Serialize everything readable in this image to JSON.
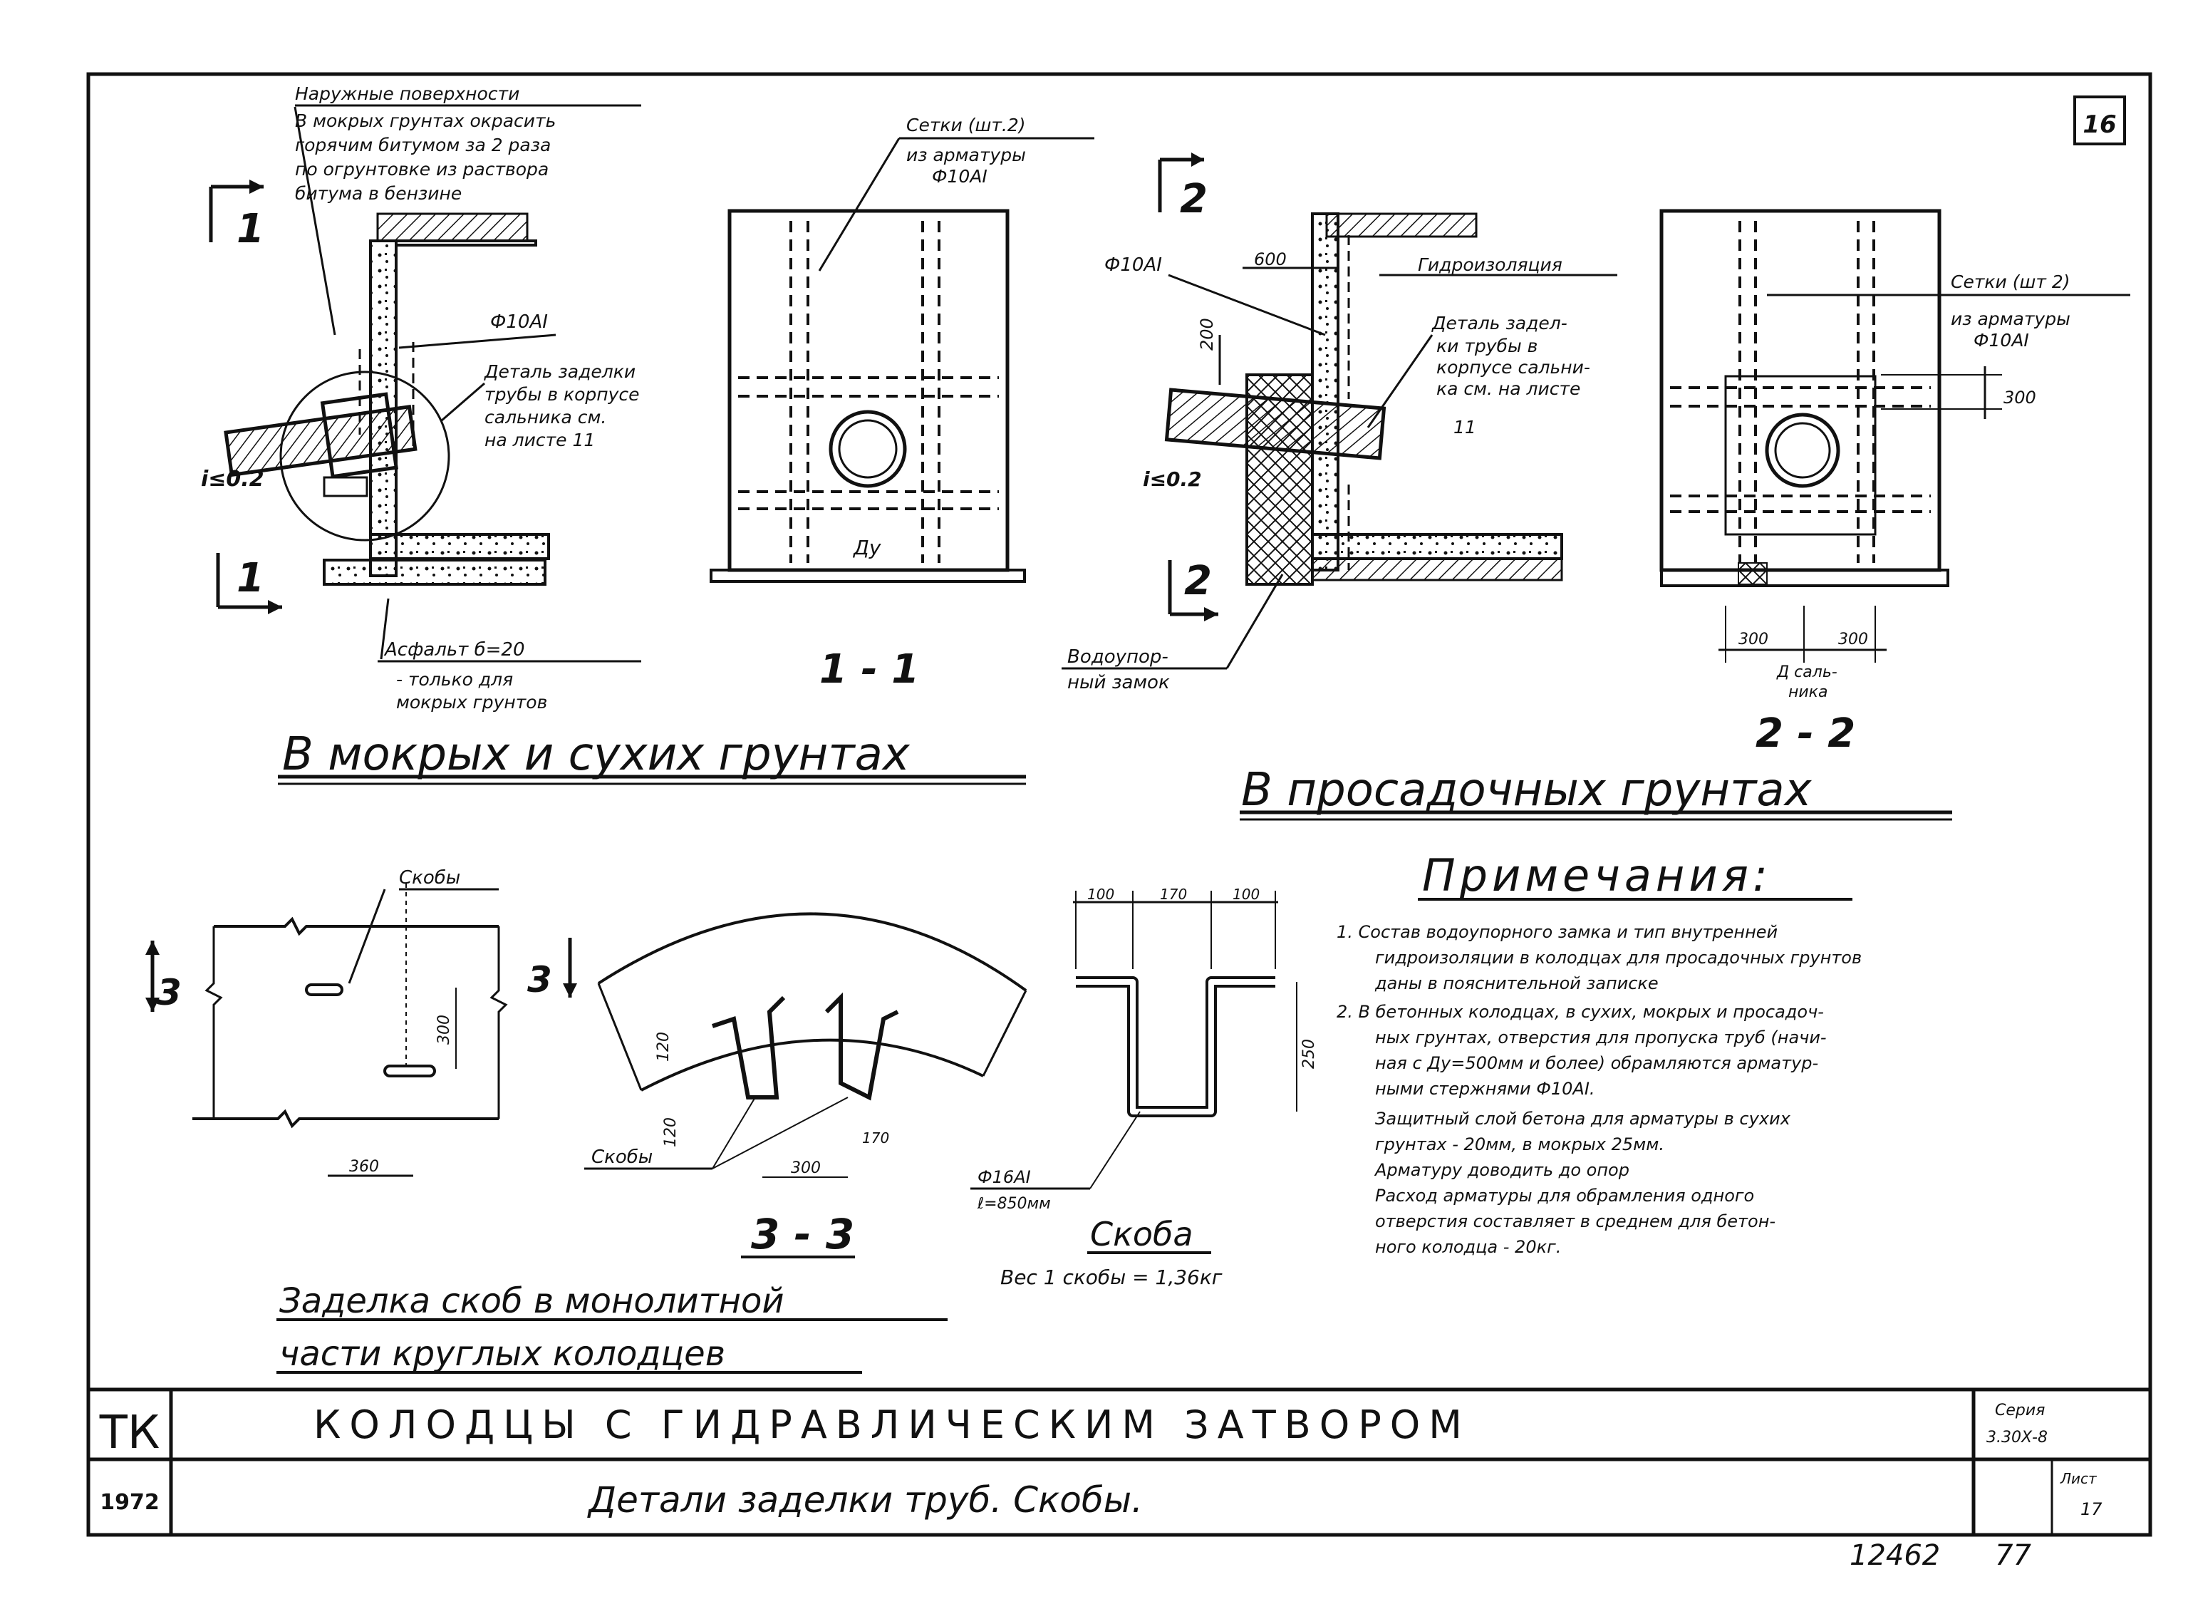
{
  "sheet": {
    "number": "16",
    "stamp_number": "12462",
    "stamp_tail": "77"
  },
  "labels": {
    "sec1_top": "1",
    "sec1_bottom": "1",
    "sec2_top": "2",
    "sec2_bottom": "2",
    "sec3": "3",
    "view_1_1": "1 - 1",
    "view_2_2": "2 - 2",
    "view_3_3": "3 - 3"
  },
  "left_notes": {
    "surface_lines": [
      "Наружные поверхности",
      "В мокрых грунтах окрасить",
      "горячим битумом за 2 раза",
      "по огрунтовке из раствора",
      "битума в бензине"
    ],
    "rebar": "Ф10АI",
    "detail_lines": [
      "Деталь заделки",
      "трубы в корпусе",
      "сальника см.",
      "на листе 11"
    ],
    "slope": "i≤0.2",
    "asphalt_lines": [
      "Асфальт б=20",
      "- только для",
      "мокрых грунтов"
    ],
    "grids_lines": [
      "Сетки (шт.2)",
      "из арматуры",
      "Ф10АI"
    ],
    "dy": "Ду"
  },
  "middle_notes": {
    "rebar": "Ф10АI",
    "dim_600": "600",
    "dim_200": "200",
    "hydro": "Гидроизоляция",
    "detail_lines": [
      "Деталь задел-",
      "ки трубы в",
      "корпусе сальни-",
      "ка см. на листе",
      "11"
    ],
    "slope": "i≤0.2",
    "lock_lines": [
      "Водоупор-",
      "ный замок"
    ]
  },
  "right_notes": {
    "grids_lines": [
      "Сетки (шт 2)",
      "из арматуры",
      "Ф10АI"
    ],
    "dim_300_v": "300",
    "dim_300_l": "300",
    "dim_300_r": "300",
    "seal_lines": [
      "Д саль-",
      "ника"
    ]
  },
  "headings": {
    "wet_dry": "В мокрых и сухих грунтах",
    "subsiding": "В просадочных грунтах",
    "notes_title": "Примечания:",
    "embed_line1": "Заделка скоб в монолитной",
    "embed_line2": "части круглых колодцев",
    "bracket": "Скоба",
    "bracket_weight": "Вес 1 скобы = 1,36кг"
  },
  "bottom_notes": {
    "brackets_label": "Скобы",
    "dim_300": "300",
    "dim_300b": "300",
    "dim_360": "360",
    "dim_120": "120",
    "dim_120b": "120",
    "dim_170": "170",
    "dims_top": [
      "100",
      "170",
      "100"
    ],
    "dim_250": "250",
    "rebar_lines": [
      "Ф16АI",
      "ℓ=850мм"
    ]
  },
  "notes": [
    "1. Состав водоупорного замка и тип внутренней",
    "гидроизоляции в колодцах для просадочных грунтов",
    "даны в пояснительной записке",
    "2. В бетонных колодцах, в сухих, мокрых и просадоч-",
    "ных грунтах, отверстия для пропуска труб (начи-",
    "ная с Ду=500мм и более) обрамляются арматур-",
    "ными стержнями Ф10АI.",
    "Защитный слой бетона для арматуры в сухих",
    "грунтах - 20мм, в мокрых 25мм.",
    "Арматуру доводить до опор",
    "Расход арматуры для обрамления одного",
    "отверстия составляет в среднем для бетон-",
    "ного колодца - 20кг."
  ],
  "title_block": {
    "code": "ТК",
    "year": "1972",
    "title": "КОЛОДЦЫ С ГИДРАВЛИЧЕСКИМ ЗАТВОРОМ",
    "subtitle": "Детали заделки труб. Скобы.",
    "series_label": "Серия",
    "series_value": "3.30Х-8",
    "sheet_label": "Лист",
    "sheet_value": "17"
  }
}
